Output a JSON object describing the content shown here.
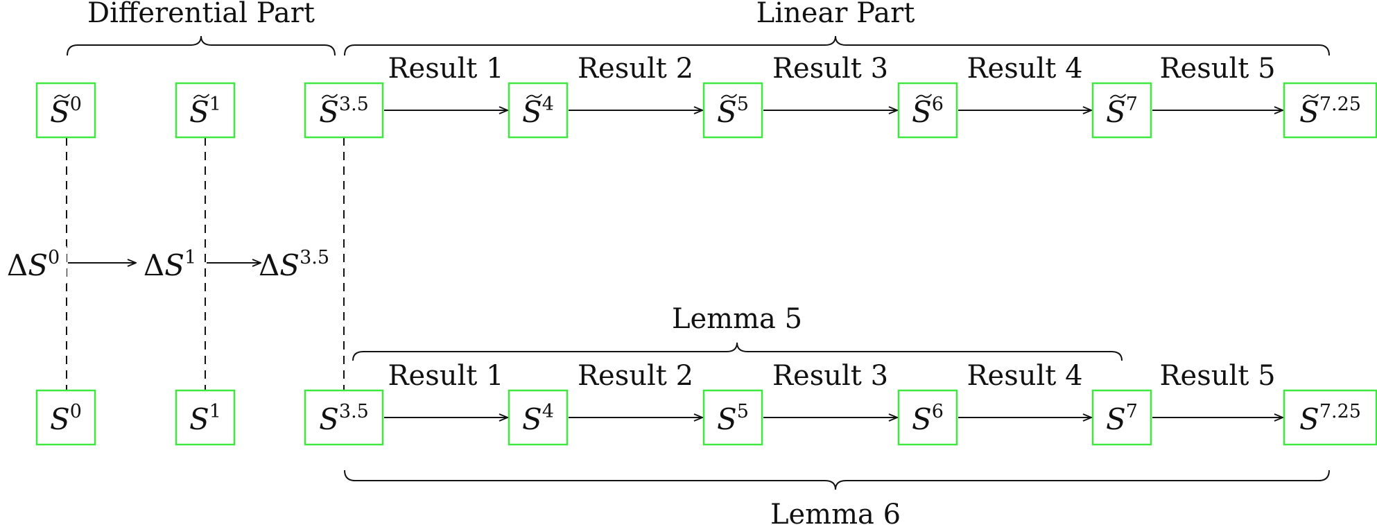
{
  "braces": [
    {
      "id": "differential-part",
      "label": "Differential Part"
    },
    {
      "id": "linear-part",
      "label": "Linear Part"
    },
    {
      "id": "lemma-5",
      "label": "Lemma 5"
    },
    {
      "id": "lemma-6",
      "label": "Lemma 6"
    }
  ],
  "top_row": {
    "nodes": [
      {
        "base": "S",
        "sup": "0",
        "tilde": true
      },
      {
        "base": "S",
        "sup": "1",
        "tilde": true
      },
      {
        "base": "S",
        "sup": "3.5",
        "tilde": true
      },
      {
        "base": "S",
        "sup": "4",
        "tilde": true
      },
      {
        "base": "S",
        "sup": "5",
        "tilde": true
      },
      {
        "base": "S",
        "sup": "6",
        "tilde": true
      },
      {
        "base": "S",
        "sup": "7",
        "tilde": true
      },
      {
        "base": "S",
        "sup": "7.25",
        "tilde": true
      }
    ],
    "edges": [
      "Result 1",
      "Result 2",
      "Result 3",
      "Result 4",
      "Result 5"
    ]
  },
  "bottom_row": {
    "nodes": [
      {
        "base": "S",
        "sup": "0",
        "tilde": false
      },
      {
        "base": "S",
        "sup": "1",
        "tilde": false
      },
      {
        "base": "S",
        "sup": "3.5",
        "tilde": false
      },
      {
        "base": "S",
        "sup": "4",
        "tilde": false
      },
      {
        "base": "S",
        "sup": "5",
        "tilde": false
      },
      {
        "base": "S",
        "sup": "6",
        "tilde": false
      },
      {
        "base": "S",
        "sup": "7",
        "tilde": false
      },
      {
        "base": "S",
        "sup": "7.25",
        "tilde": false
      }
    ],
    "edges": [
      "Result 1",
      "Result 2",
      "Result 3",
      "Result 4",
      "Result 5"
    ]
  },
  "middle_row": {
    "nodes": [
      {
        "prefix": "Δ",
        "base": "S",
        "sup": "0"
      },
      {
        "prefix": "Δ",
        "base": "S",
        "sup": "1"
      },
      {
        "prefix": "Δ",
        "base": "S",
        "sup": "3.5"
      }
    ]
  },
  "colors": {
    "box_border": "#3ee83e",
    "ink": "#111111"
  }
}
